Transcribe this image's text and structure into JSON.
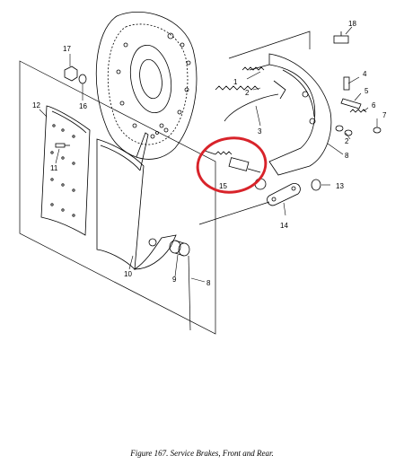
{
  "figure": {
    "caption": "Figure 167.  Service Brakes, Front and Rear."
  },
  "callouts": {
    "c1": "1",
    "c2a": "2",
    "c2b": "2",
    "c3": "3",
    "c4": "4",
    "c5": "5",
    "c6": "6",
    "c7": "7",
    "c8a": "8",
    "c8b": "8",
    "c9": "9",
    "c10": "10",
    "c11": "11",
    "c12": "12",
    "c13": "13",
    "c14": "14",
    "c15": "15",
    "c16": "16",
    "c17": "17",
    "c18": "18"
  },
  "highlight": {
    "part": "15",
    "color": "#d8232a"
  }
}
